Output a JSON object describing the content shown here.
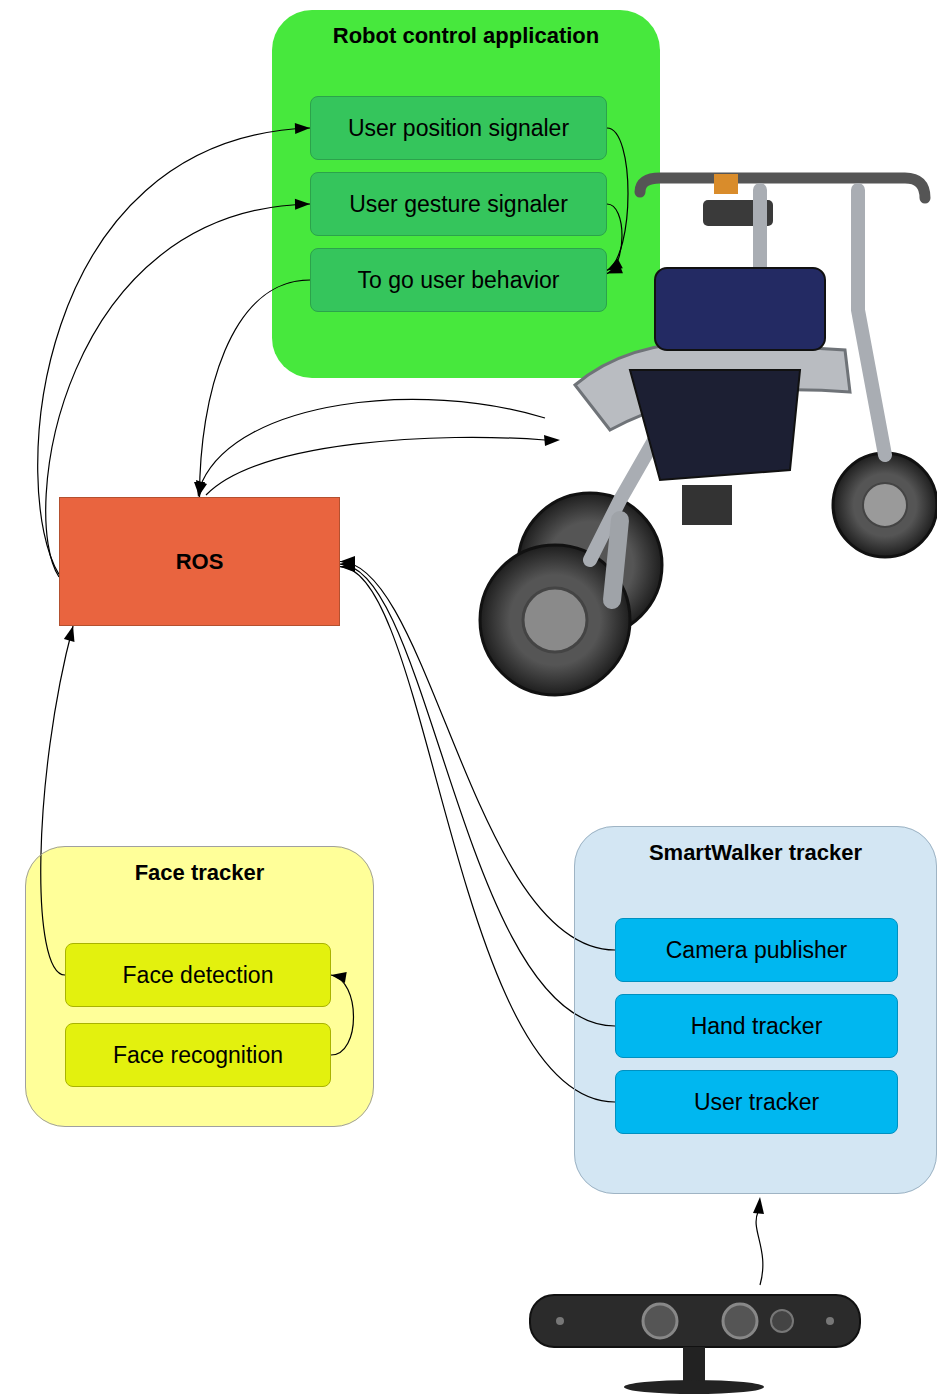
{
  "diagram": {
    "nodes": [
      {
        "text": [
          "Robot control application"
        ]
      },
      {
        "text": [
          "User position signaler"
        ],
        "in": 0
      },
      {
        "text": [
          "User gesture signaler"
        ],
        "in": 0
      },
      {
        "text": [
          "To go user behavior"
        ],
        "in": 0
      },
      {
        "text": [
          "ROS"
        ]
      },
      {
        "text": [
          "Face tracker"
        ]
      },
      {
        "text": [
          "Face detection"
        ],
        "in": 5
      },
      {
        "text": [
          "Face recognition"
        ],
        "in": 5
      },
      {
        "text": [
          "SmartWalker tracker"
        ]
      },
      {
        "text": [
          "Camera publisher"
        ],
        "in": 8
      },
      {
        "text": [
          "Hand tracker"
        ],
        "in": 8
      },
      {
        "text": [
          "User tracker"
        ],
        "in": 8
      }
    ],
    "edges": [
      {
        "from": 4,
        "to": 1,
        "arrow": "to"
      },
      {
        "from": 4,
        "to": 2,
        "arrow": "to"
      },
      {
        "from": 1,
        "to": 3,
        "arrow": "to"
      },
      {
        "from": 2,
        "to": 3,
        "arrow": "to"
      },
      {
        "from": 3,
        "to": 4,
        "arrow": "to"
      },
      {
        "from": 6,
        "to": 4,
        "arrow": "to"
      },
      {
        "from": 7,
        "to": 6,
        "arrow": "to"
      },
      {
        "from": 9,
        "to": 4,
        "arrow": "to"
      },
      {
        "from": 10,
        "to": 4,
        "arrow": "to"
      },
      {
        "from": 11,
        "to": 4,
        "arrow": "to"
      }
    ]
  }
}
